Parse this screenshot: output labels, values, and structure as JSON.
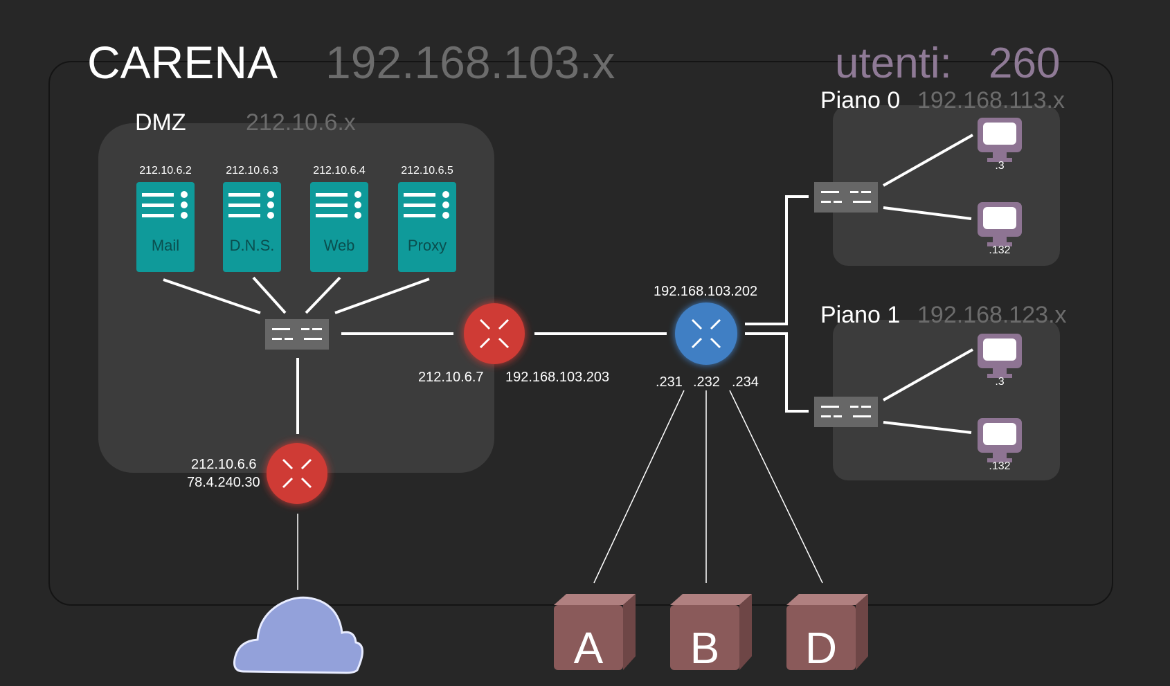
{
  "header": {
    "title": "CARENA",
    "subnet": "192.168.103.x",
    "users_label": "utenti:",
    "users_count": "260"
  },
  "dmz": {
    "title": "DMZ",
    "subnet": "212.10.6.x",
    "servers": [
      {
        "ip": "212.10.6.2",
        "name": "Mail"
      },
      {
        "ip": "212.10.6.3",
        "name": "D.N.S."
      },
      {
        "ip": "212.10.6.4",
        "name": "Web"
      },
      {
        "ip": "212.10.6.5",
        "name": "Proxy"
      }
    ],
    "edge_router": {
      "ip_inner": "212.10.6.6",
      "ip_outer": "78.4.240.30"
    }
  },
  "firewall_router": {
    "ip_left": "212.10.6.7",
    "ip_right": "192.168.103.203"
  },
  "core_router": {
    "ip_top": "192.168.103.202",
    "ports": [
      ".231",
      ".232",
      ".234"
    ]
  },
  "floors": [
    {
      "title": "Piano 0",
      "subnet": "192.168.113.x",
      "pcs": [
        ".3",
        ".132"
      ]
    },
    {
      "title": "Piano 1",
      "subnet": "192.168.123.x",
      "pcs": [
        ".3",
        ".132"
      ]
    }
  ],
  "buildings": [
    "A",
    "B",
    "D"
  ],
  "colors": {
    "background": "#272727",
    "zone": "#3c3c3c",
    "server": "#0f9a9a",
    "router_red": "#cf3a35",
    "router_blue": "#3f7fc4",
    "switch": "#676767",
    "pc": "#8e7493",
    "cloud": "#93a1da",
    "building": "#8a5a5a"
  },
  "icons": [
    "server-icon",
    "switch-icon",
    "router-icon",
    "monitor-icon",
    "cloud-icon",
    "building-block-icon"
  ]
}
